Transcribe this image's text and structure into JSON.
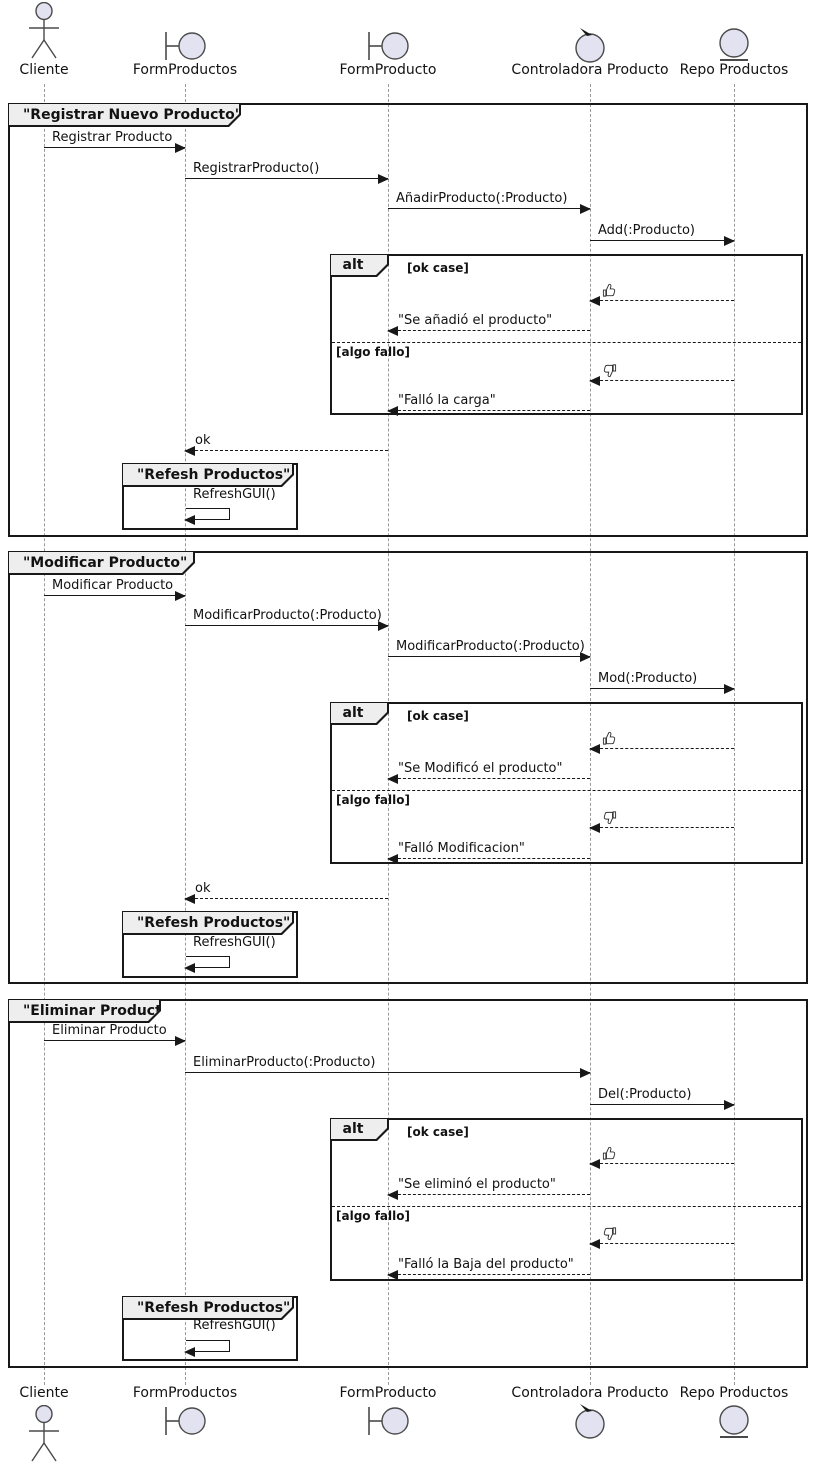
{
  "colors": {
    "frame_border": "#181818",
    "tab_fill": "#EEEEEE",
    "lifeline": "#9A9A9A",
    "icon_fill": "#E2E2F0",
    "text": "#121212"
  },
  "participants": [
    {
      "label": "Cliente",
      "type": "actor"
    },
    {
      "label": "FormProductos",
      "type": "boundary"
    },
    {
      "label": "FormProducto",
      "type": "boundary"
    },
    {
      "label": "Controladora Producto",
      "type": "control"
    },
    {
      "label": "Repo Productos",
      "type": "entity"
    }
  ],
  "frames": [
    {
      "title": "\"Registrar Nuevo Producto\"",
      "messages": {
        "m1": {
          "from": "Cliente",
          "to": "FormProductos",
          "label": "Registrar Producto",
          "line": "solid"
        },
        "m2": {
          "from": "FormProductos",
          "to": "FormProducto",
          "label": "RegistrarProducto()",
          "line": "solid"
        },
        "m3": {
          "from": "FormProducto",
          "to": "Controladora Producto",
          "label": "AñadirProducto(:Producto)",
          "line": "solid"
        },
        "m4": {
          "from": "Controladora Producto",
          "to": "Repo Productos",
          "label": "Add(:Producto)",
          "line": "solid"
        },
        "ret_ok_icon": {
          "from": "Repo Productos",
          "to": "Controladora Producto",
          "icon": "thumbs-up",
          "line": "dashed"
        },
        "ret_ok_text": {
          "from": "Controladora Producto",
          "to": "FormProducto",
          "label": "\"Se añadió el producto\"",
          "line": "dashed"
        },
        "ret_fail_icon": {
          "from": "Repo Productos",
          "to": "Controladora Producto",
          "icon": "thumbs-down",
          "line": "dashed"
        },
        "ret_fail_text": {
          "from": "Controladora Producto",
          "to": "FormProducto",
          "label": "\"Falló la carga\"",
          "line": "dashed"
        },
        "ok": {
          "from": "FormProducto",
          "to": "FormProductos",
          "label": "ok",
          "line": "dashed"
        }
      },
      "alt": {
        "operator": "alt",
        "guard_ok": "[ok case]",
        "guard_fail": "[algo fallo]"
      },
      "refresh": {
        "title": "\"Refesh Productos\"",
        "self_message": "RefreshGUI()"
      }
    },
    {
      "title": "\"Modificar Producto\"",
      "messages": {
        "m1": {
          "from": "Cliente",
          "to": "FormProductos",
          "label": "Modificar Producto",
          "line": "solid"
        },
        "m2": {
          "from": "FormProductos",
          "to": "FormProducto",
          "label": "ModificarProducto(:Producto)",
          "line": "solid"
        },
        "m3": {
          "from": "FormProducto",
          "to": "Controladora Producto",
          "label": "ModificarProducto(:Producto)",
          "line": "solid"
        },
        "m4": {
          "from": "Controladora Producto",
          "to": "Repo Productos",
          "label": "Mod(:Producto)",
          "line": "solid"
        },
        "ret_ok_icon": {
          "from": "Repo Productos",
          "to": "Controladora Producto",
          "icon": "thumbs-up",
          "line": "dashed"
        },
        "ret_ok_text": {
          "from": "Controladora Producto",
          "to": "FormProducto",
          "label": "\"Se Modificó el producto\"",
          "line": "dashed"
        },
        "ret_fail_icon": {
          "from": "Repo Productos",
          "to": "Controladora Producto",
          "icon": "thumbs-down",
          "line": "dashed"
        },
        "ret_fail_text": {
          "from": "Controladora Producto",
          "to": "FormProducto",
          "label": "\"Falló Modificacion\"",
          "line": "dashed"
        },
        "ok": {
          "from": "FormProducto",
          "to": "FormProductos",
          "label": "ok",
          "line": "dashed"
        }
      },
      "alt": {
        "operator": "alt",
        "guard_ok": "[ok case]",
        "guard_fail": "[algo fallo]"
      },
      "refresh": {
        "title": "\"Refesh Productos\"",
        "self_message": "RefreshGUI()"
      }
    },
    {
      "title": "\"Eliminar Producto\"",
      "messages": {
        "m1": {
          "from": "Cliente",
          "to": "FormProductos",
          "label": "Eliminar Producto",
          "line": "solid"
        },
        "m2": {
          "from": "FormProductos",
          "to": "Controladora Producto",
          "label": "EliminarProducto(:Producto)",
          "line": "solid"
        },
        "m3": {
          "from": "Controladora Producto",
          "to": "Repo Productos",
          "label": "Del(:Producto)",
          "line": "solid"
        },
        "ret_ok_icon": {
          "from": "Repo Productos",
          "to": "Controladora Producto",
          "icon": "thumbs-up",
          "line": "dashed"
        },
        "ret_ok_text": {
          "from": "Controladora Producto",
          "to": "FormProducto",
          "label": "\"Se eliminó el producto\"",
          "line": "dashed"
        },
        "ret_fail_icon": {
          "from": "Repo Productos",
          "to": "Controladora Producto",
          "icon": "thumbs-down",
          "line": "dashed"
        },
        "ret_fail_text": {
          "from": "Controladora Producto",
          "to": "FormProducto",
          "label": "\"Falló la Baja del producto\"",
          "line": "dashed"
        }
      },
      "alt": {
        "operator": "alt",
        "guard_ok": "[ok case]",
        "guard_fail": "[algo fallo]"
      },
      "refresh": {
        "title": "\"Refesh Productos\"",
        "self_message": "RefreshGUI()"
      }
    }
  ]
}
